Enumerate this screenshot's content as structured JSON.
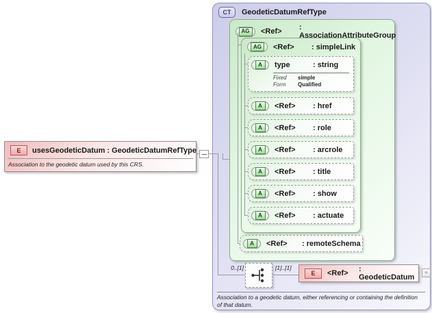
{
  "icons": {
    "element": "E",
    "complex_type": "CT",
    "attribute_group": "AG",
    "attribute": "A",
    "expand_glyph": "+"
  },
  "left_element": {
    "icon": "E",
    "title": "usesGeodeticDatum : GeodeticDatumRefType",
    "annotation": "Association to the geodetic datum used by this CRS."
  },
  "complex_type": {
    "icon": "CT",
    "title": "GeodeticDatumRefType",
    "annotation": "Association to a geodetic datum, either referencing or containing the definition of that datum.",
    "attribute_group": {
      "icon": "AG",
      "name": "<Ref>",
      "type": ": AssociationAttributeGroup",
      "simple_link": {
        "icon": "AG",
        "name": "<Ref>",
        "type": ": simpleLink",
        "attributes": [
          {
            "name": "type",
            "type": ": string",
            "facts": {
              "fixed_label": "Fixed",
              "fixed_value": "simple",
              "form_label": "Form",
              "form_value": "Qualified"
            }
          },
          {
            "name": "<Ref>",
            "type": ": href"
          },
          {
            "name": "<Ref>",
            "type": ": role"
          },
          {
            "name": "<Ref>",
            "type": ": arcrole"
          },
          {
            "name": "<Ref>",
            "type": ": title"
          },
          {
            "name": "<Ref>",
            "type": ": show"
          },
          {
            "name": "<Ref>",
            "type": ": actuate"
          }
        ]
      },
      "remote_schema": {
        "name": "<Ref>",
        "type": ": remoteSchema"
      }
    },
    "content_model": {
      "cardinality_left": "0..[1]",
      "cardinality_right": "[1]..[1]",
      "child_element": {
        "icon": "E",
        "name": "<Ref>",
        "type": ": GeodeticDatum"
      }
    }
  }
}
